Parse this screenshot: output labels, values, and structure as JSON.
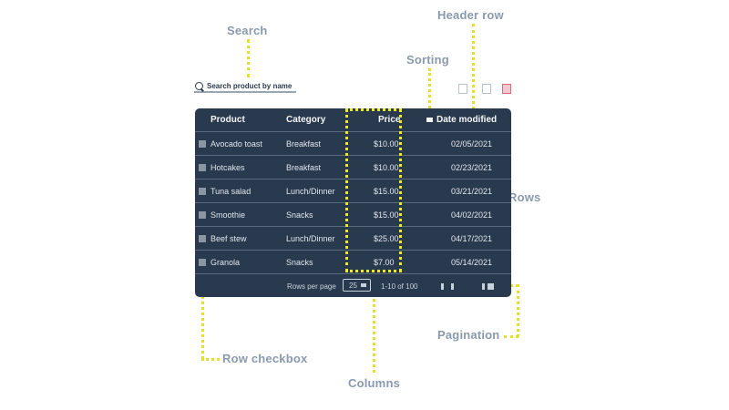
{
  "annotations": {
    "search": "Search",
    "header_row": "Header row",
    "sorting": "Sorting",
    "rows": "Rows",
    "pagination": "Pagination",
    "row_checkbox": "Row checkbox",
    "columns": "Columns"
  },
  "search": {
    "placeholder": "Search product by name"
  },
  "table": {
    "headers": {
      "product": "Product",
      "category": "Category",
      "price": "Price",
      "date": "Date modified"
    },
    "rows": [
      {
        "product": "Avocado toast",
        "category": "Breakfast",
        "price": "$10.00",
        "date": "02/05/2021"
      },
      {
        "product": "Hotcakes",
        "category": "Breakfast",
        "price": "$10.00",
        "date": "02/23/2021"
      },
      {
        "product": "Tuna salad",
        "category": "Lunch/Dinner",
        "price": "$15.00",
        "date": "03/21/2021"
      },
      {
        "product": "Smoothie",
        "category": "Snacks",
        "price": "$15.00",
        "date": "04/02/2021"
      },
      {
        "product": "Beef stew",
        "category": "Lunch/Dinner",
        "price": "$25.00",
        "date": "04/17/2021"
      },
      {
        "product": "Granola",
        "category": "Snacks",
        "price": "$7.00",
        "date": "05/14/2021"
      }
    ],
    "footer": {
      "rows_per_page_label": "Rows per page",
      "rows_per_page_value": "25",
      "range": "1-10 of 100"
    }
  },
  "colors": {
    "table_bg": "#2a3a4e",
    "annotation_line": "#e6e02a",
    "label": "#8a9aae"
  }
}
